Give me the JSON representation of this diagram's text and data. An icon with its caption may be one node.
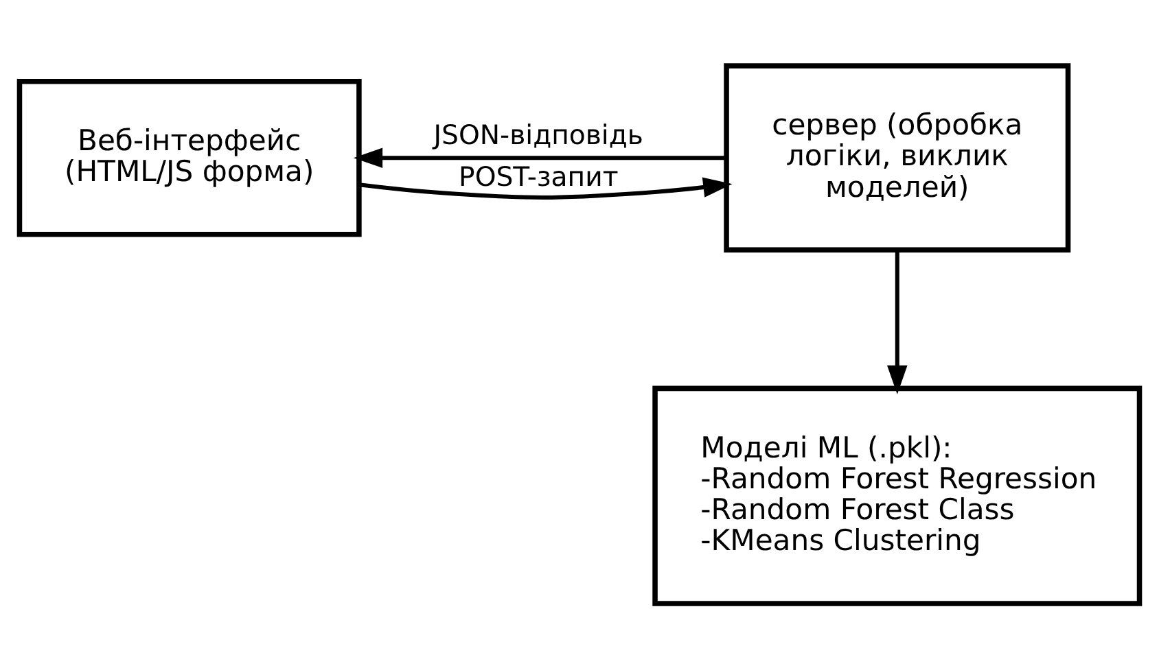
{
  "diagram": {
    "nodes": [
      {
        "text": [
          "Веб-інтерфейс (HTML/JS форма)"
        ]
      },
      {
        "text": [
          "сервер (обробка логіки, виклик моделей)"
        ]
      },
      {
        "text": [
          "Моделі ML (.pkl):",
          "-Random Forest Regression",
          "-Random Forest Class",
          "-KMeans Clustering"
        ]
      }
    ],
    "edges": [
      {
        "from": 0,
        "to": 1,
        "arrow": "to",
        "label": "POST-запит"
      },
      {
        "from": 1,
        "to": 0,
        "arrow": "to",
        "label": "JSON-відповідь"
      },
      {
        "from": 1,
        "to": 2,
        "arrow": "to"
      }
    ]
  }
}
